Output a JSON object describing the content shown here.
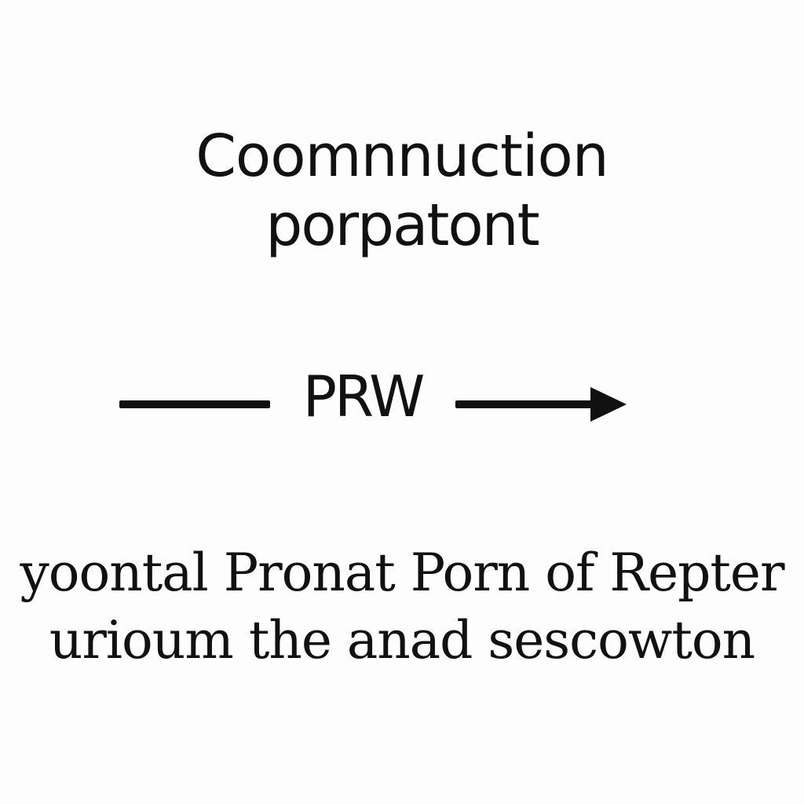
{
  "diagram": {
    "title_lines": [
      "Coomnnuction",
      "porpatont"
    ],
    "center_label": "PRW",
    "description_lines": [
      "yoontal Pronat Porn of Repter",
      "urioum the anad sescowton"
    ],
    "colors": {
      "background": "#fdfdfd",
      "ink": "#111111"
    },
    "icons": {
      "arrow": "right-arrow-icon"
    }
  }
}
